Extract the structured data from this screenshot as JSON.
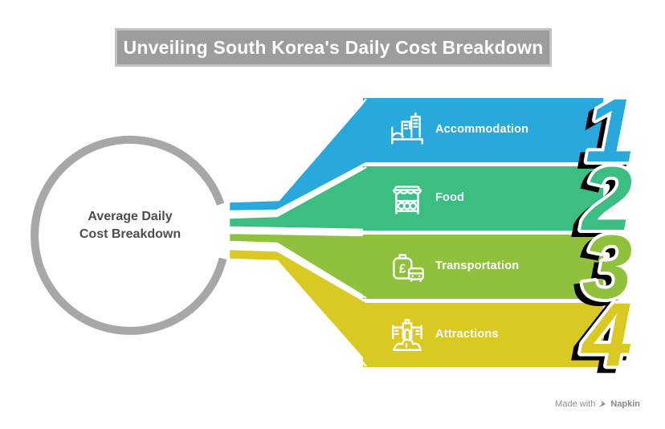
{
  "title": "Unveiling South Korea's Daily Cost Breakdown",
  "center_label": {
    "line1": "Average Daily",
    "line2": "Cost Breakdown"
  },
  "items": [
    {
      "number": "1",
      "label": "Accommodation",
      "color": "#29a9db",
      "icon": "hotel-buildings-bed-icon"
    },
    {
      "number": "2",
      "label": "Food",
      "color": "#3cbd81",
      "icon": "market-stall-fruit-icon"
    },
    {
      "number": "3",
      "label": "Transportation",
      "color": "#8fc13d",
      "icon": "money-bag-bus-icon"
    },
    {
      "number": "4",
      "label": "Attractions",
      "color": "#d9c922",
      "icon": "palace-gate-icon"
    }
  ],
  "colors": {
    "ring": "#a7a7a7",
    "title_background": "#9d9d9d",
    "title_border": "#c2c2c2",
    "title_text": "#ffffff",
    "center_text": "#4d4d4d",
    "watermark_text": "#8d9093"
  },
  "watermark": {
    "made_with": "Made with",
    "brand": "Napkin"
  }
}
